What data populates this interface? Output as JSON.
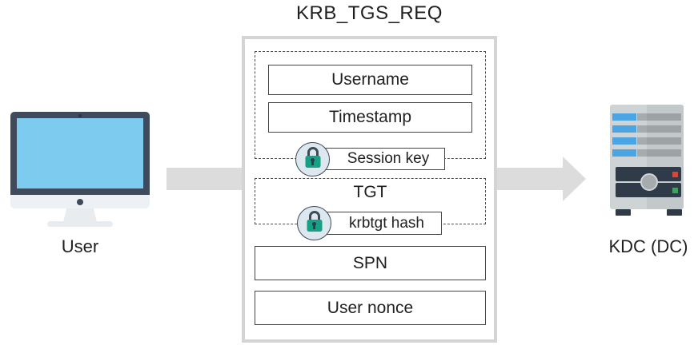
{
  "title": "KRB_TGS_REQ",
  "nodes": {
    "left": {
      "label": "User",
      "icon": "monitor-icon"
    },
    "right": {
      "label": "KDC (DC)",
      "icon": "server-icon"
    }
  },
  "message": {
    "sections": [
      {
        "type": "encrypted-group",
        "fields": [
          "Username",
          "Timestamp"
        ],
        "encryption": {
          "icon": "lock-icon",
          "label": "Session key"
        }
      },
      {
        "type": "encrypted-group",
        "fields": [
          "TGT"
        ],
        "encryption": {
          "icon": "lock-icon",
          "label": "krbtgt hash"
        }
      },
      {
        "type": "field",
        "label": "SPN"
      },
      {
        "type": "field",
        "label": "User nonce"
      }
    ]
  },
  "arrows": [
    {
      "from": "User",
      "to": "KRB_TGS_REQ",
      "direction": "right"
    },
    {
      "from": "KRB_TGS_REQ",
      "to": "KDC (DC)",
      "direction": "right"
    }
  ],
  "colors": {
    "arrow": "#dcdcdc",
    "packet_border": "#d4d4d4",
    "field_border": "#454545",
    "text": "#1f1f1f",
    "lock_green": "#16a085",
    "lock_circle_fill": "#dce8ee",
    "lock_dark": "#3d4a57",
    "monitor_frame": "#3f4b5c",
    "monitor_screen": "#7dcbee",
    "monitor_base": "#eef1f3",
    "server_body": "#ced3d6",
    "server_stripe_blue": "#4ba5e5",
    "server_stripe_gray": "#a6abae",
    "server_panel": "#2f3b48",
    "led_red": "#d8453a",
    "led_green": "#3aa55a"
  }
}
